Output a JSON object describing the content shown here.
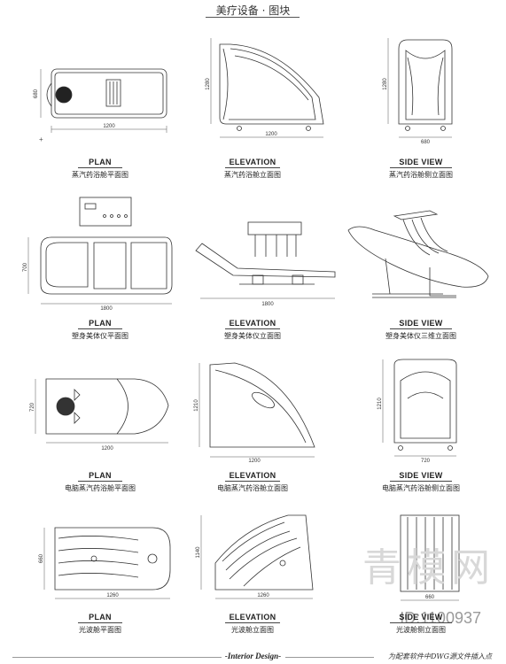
{
  "header": {
    "title": "美疗设备 · 图块"
  },
  "rows": [
    {
      "plan": {
        "en": "PLAN",
        "cn": "蒸汽药浴舱平面图",
        "w": "1200",
        "h": "680"
      },
      "elevation": {
        "en": "ELEVATION",
        "cn": "蒸汽药浴舱立面图",
        "w": "1200",
        "h": "1280"
      },
      "side": {
        "en": "SIDE VIEW",
        "cn": "蒸汽药浴舱侧立面图",
        "w": "680",
        "h": "1280"
      }
    },
    {
      "plan": {
        "en": "PLAN",
        "cn": "塑身美体仪平面图",
        "w": "1800",
        "h": "700"
      },
      "elevation": {
        "en": "ELEVATION",
        "cn": "塑身美体仪立面图",
        "w": "1800"
      },
      "side": {
        "en": "SIDE VIEW",
        "cn": "塑身美体仪三维立面图"
      }
    },
    {
      "plan": {
        "en": "PLAN",
        "cn": "电脑蒸汽药浴舱平面图",
        "w": "1200",
        "h": "720"
      },
      "elevation": {
        "en": "ELEVATION",
        "cn": "电脑蒸汽药浴舱立面图",
        "w": "1200",
        "h": "1210"
      },
      "side": {
        "en": "SIDE VIEW",
        "cn": "电脑蒸汽药浴舱侧立面图",
        "w": "720",
        "h": "1210"
      }
    },
    {
      "plan": {
        "en": "PLAN",
        "cn": "光波舱平面图",
        "w": "1260",
        "h": "660"
      },
      "elevation": {
        "en": "ELEVATION",
        "cn": "光波舱立面图",
        "w": "1260",
        "h": "1140"
      },
      "side": {
        "en": "SIDE VIEW",
        "cn": "光波舱侧立面图",
        "w": "660"
      }
    }
  ],
  "footer": {
    "center": "-Interior Design-",
    "right": "为配套软件中DWG源文件插入点"
  },
  "watermark": {
    "text": "青模网",
    "id": "ID:1100937"
  }
}
